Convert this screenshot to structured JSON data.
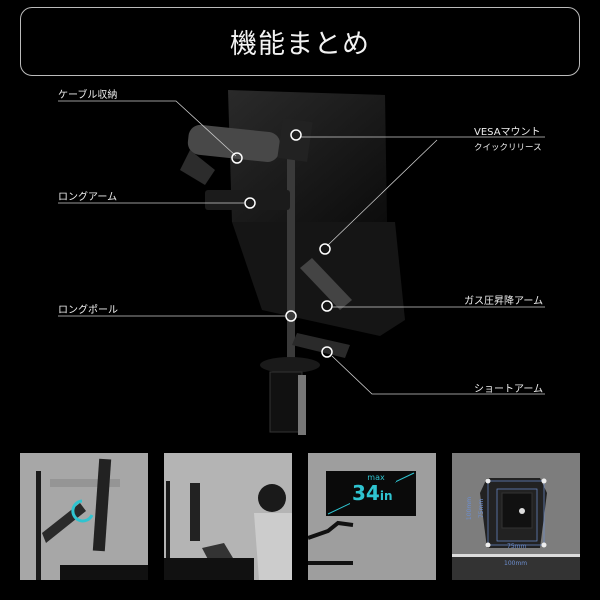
{
  "title": "機能まとめ",
  "callouts": {
    "cable": "ケーブル収納",
    "long_arm": "ロングアーム",
    "vesa": "VESAマウント",
    "quick_release": "クイックリリース",
    "long_pole": "ロングポール",
    "gas_arm": "ガス圧昇降アーム",
    "short_arm": "ショートアーム"
  },
  "panels": {
    "size": {
      "max": "max",
      "value": "34",
      "unit": "in"
    },
    "vesa": {
      "v100": "100mm",
      "v75": "75mm",
      "h75": "75mm",
      "h100": "100mm"
    }
  },
  "colors": {
    "accent": "#2fc4d0",
    "background": "#000000",
    "panel": "#a7a7a7"
  }
}
